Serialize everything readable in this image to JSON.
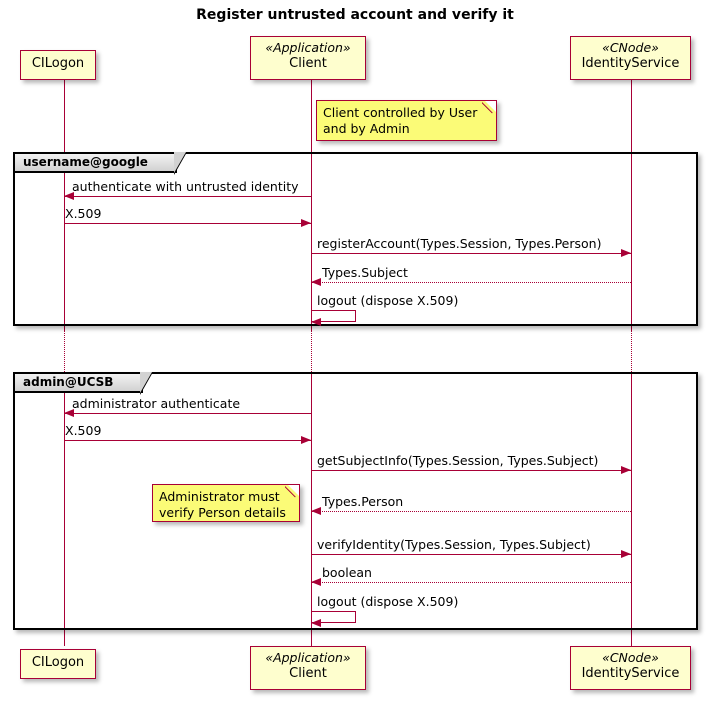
{
  "diagram": {
    "type": "uml-sequence-diagram",
    "title": "Register untrusted account and verify it",
    "colors": {
      "participant_fill": "#FEFECE",
      "participant_border": "#A80036",
      "arrow": "#A80036",
      "note_fill": "#FBFB77",
      "group_border": "#000000",
      "group_tab_fill": "#E0E0E0",
      "background": "#FFFFFF"
    }
  },
  "participants": [
    {
      "id": "cilogon",
      "stereotype": "",
      "name": "CILogon"
    },
    {
      "id": "client",
      "stereotype": "«Application»",
      "name": "Client"
    },
    {
      "id": "identityservice",
      "stereotype": "«CNode»",
      "name": "IdentityService"
    }
  ],
  "notes": [
    {
      "id": "note-client-control",
      "lines": [
        "Client controlled by User",
        "and by Admin"
      ]
    },
    {
      "id": "note-admin-verify",
      "lines": [
        "Administrator must",
        "verify Person details"
      ]
    }
  ],
  "groups": [
    {
      "id": "group-username-google",
      "label": "username@google",
      "messages": [
        {
          "text": "authenticate with untrusted identity",
          "from": "client",
          "to": "cilogon",
          "direction": "left",
          "style": "solid"
        },
        {
          "text": "X.509",
          "from": "cilogon",
          "to": "client",
          "direction": "right",
          "style": "solid"
        },
        {
          "text": "registerAccount(Types.Session, Types.Person)",
          "from": "client",
          "to": "identityservice",
          "direction": "right",
          "style": "solid"
        },
        {
          "text": "Types.Subject",
          "from": "identityservice",
          "to": "client",
          "direction": "left",
          "style": "dotted"
        },
        {
          "text": "logout (dispose X.509)",
          "from": "client",
          "to": "client",
          "direction": "self",
          "style": "solid"
        }
      ]
    },
    {
      "id": "group-admin-ucsb",
      "label": "admin@UCSB",
      "messages": [
        {
          "text": "administrator authenticate",
          "from": "client",
          "to": "cilogon",
          "direction": "left",
          "style": "solid"
        },
        {
          "text": "X.509",
          "from": "cilogon",
          "to": "client",
          "direction": "right",
          "style": "solid"
        },
        {
          "text": "getSubjectInfo(Types.Session, Types.Subject)",
          "from": "client",
          "to": "identityservice",
          "direction": "right",
          "style": "solid"
        },
        {
          "text": "Types.Person",
          "from": "identityservice",
          "to": "client",
          "direction": "left",
          "style": "dotted"
        },
        {
          "text": "verifyIdentity(Types.Session, Types.Subject)",
          "from": "client",
          "to": "identityservice",
          "direction": "right",
          "style": "solid"
        },
        {
          "text": "boolean",
          "from": "identityservice",
          "to": "client",
          "direction": "left",
          "style": "dotted"
        },
        {
          "text": "logout (dispose X.509)",
          "from": "client",
          "to": "client",
          "direction": "self",
          "style": "solid"
        }
      ]
    }
  ]
}
